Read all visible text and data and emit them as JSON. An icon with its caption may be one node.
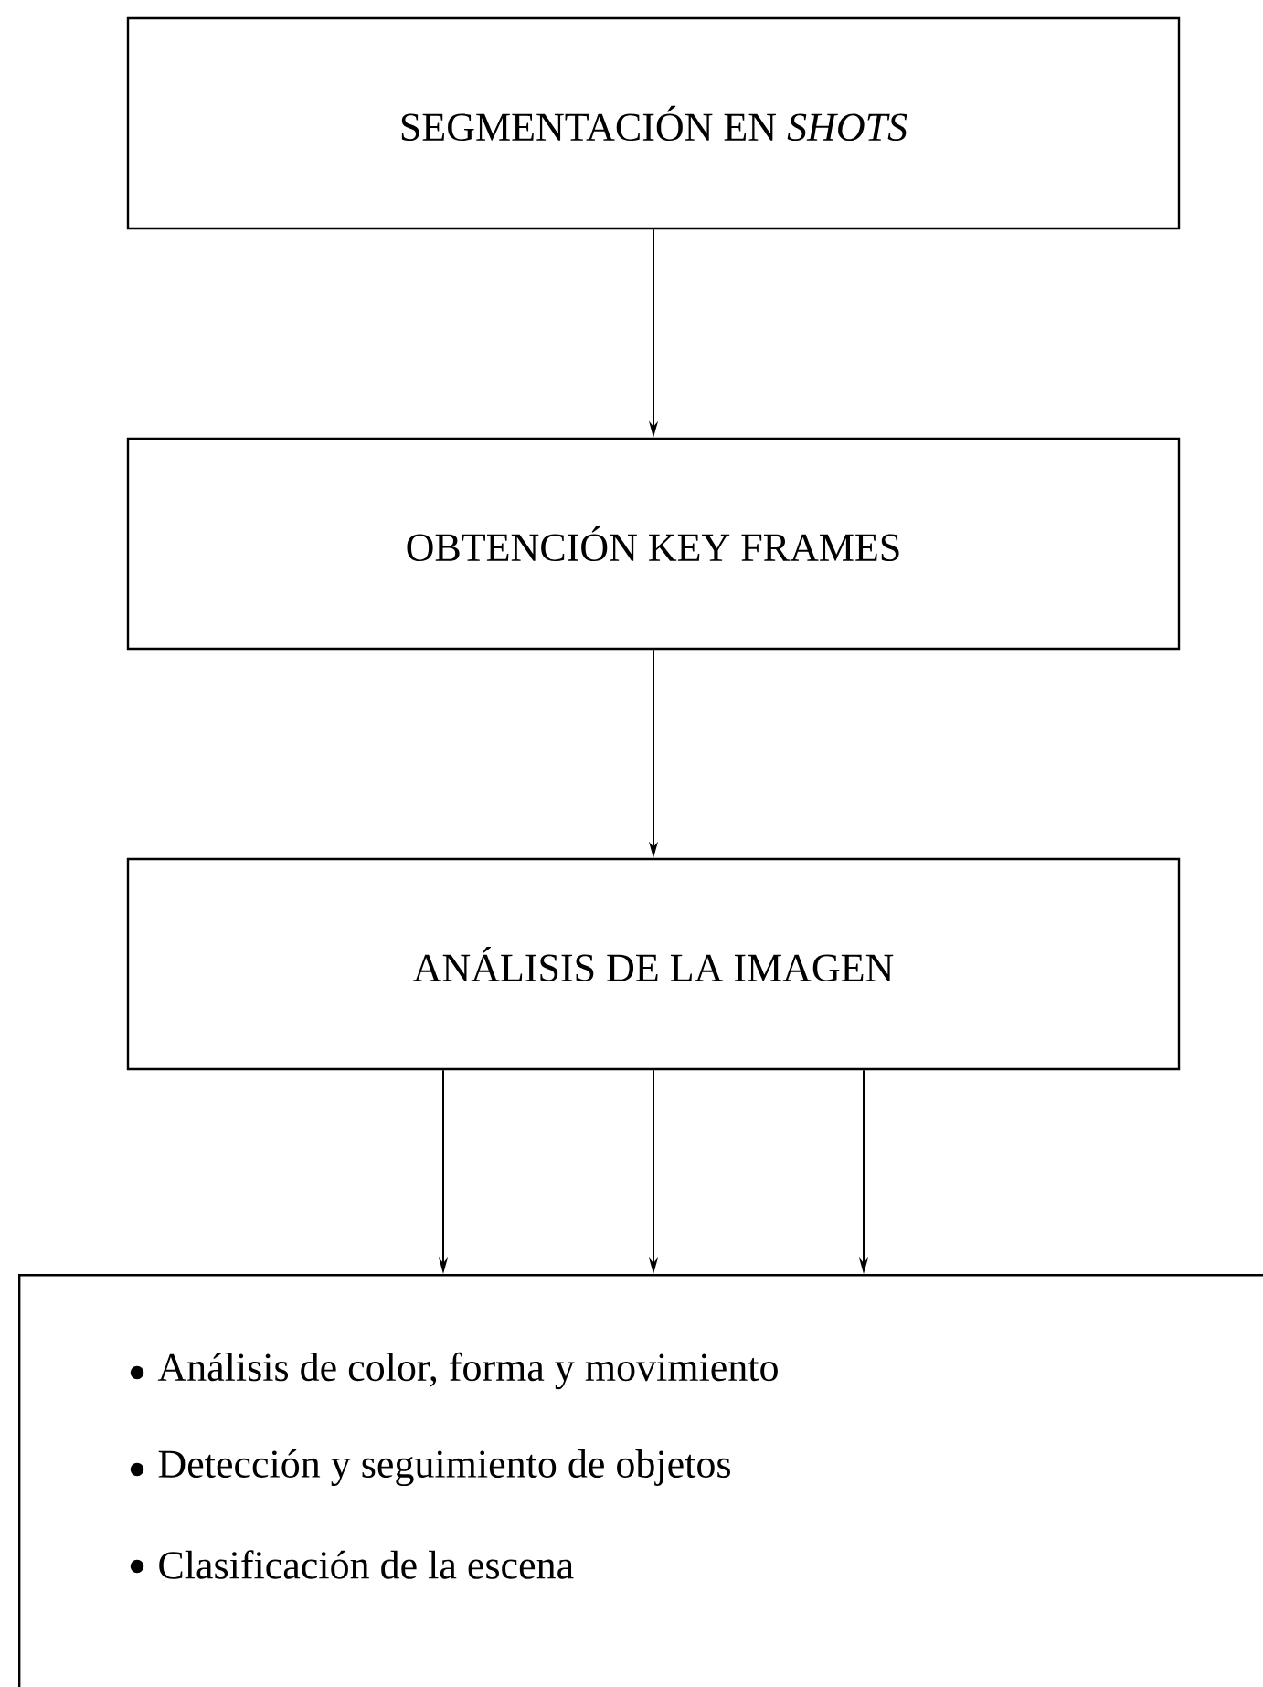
{
  "diagram": {
    "nodes": [
      {
        "text": [
          "SEGMENTACIÓN EN *SHOTS*"
        ]
      },
      {
        "text": [
          "OBTENCIÓN KEY FRAMES"
        ]
      },
      {
        "text": [
          "ANÁLISIS DE LA IMAGEN"
        ]
      },
      {
        "text": [
          "Análisis de color, forma y movimiento",
          "Detección y seguimiento de objetos",
          "Clasificación de la escena"
        ]
      }
    ],
    "edges": [
      {
        "from": 0,
        "to": 1,
        "arrow": "to"
      },
      {
        "from": 1,
        "to": 2,
        "arrow": "to"
      },
      {
        "from": 2,
        "to": 3,
        "arrow": "to"
      },
      {
        "from": 2,
        "to": 3,
        "arrow": "to"
      },
      {
        "from": 2,
        "to": 3,
        "arrow": "to"
      }
    ]
  }
}
